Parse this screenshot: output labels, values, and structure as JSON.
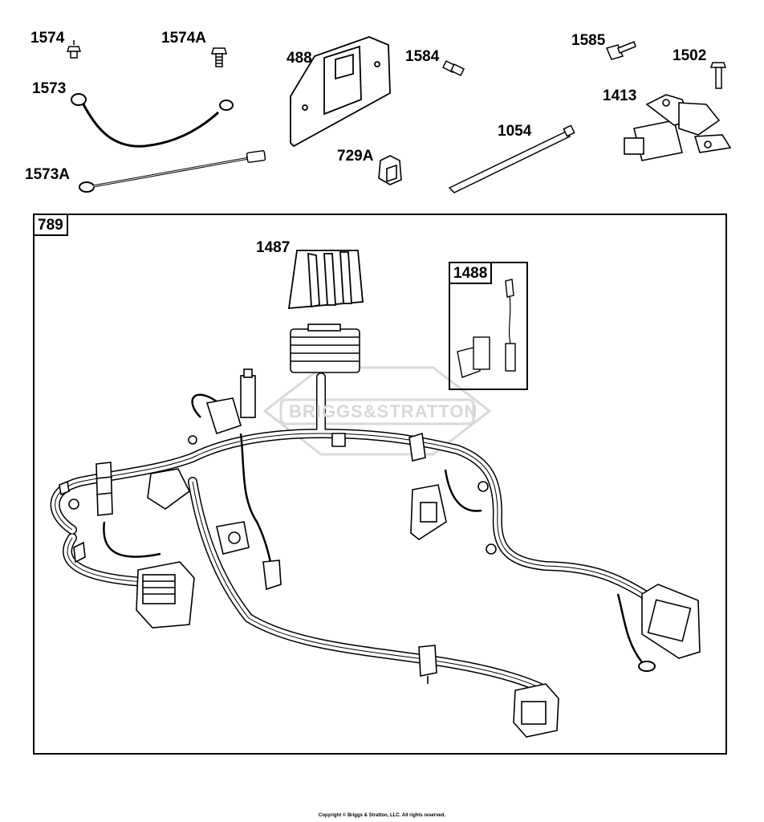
{
  "parts": {
    "p1574": "1574",
    "p1574A": "1574A",
    "p488": "488",
    "p1584": "1584",
    "p1585": "1585",
    "p1502": "1502",
    "p1573": "1573",
    "p1413": "1413",
    "p1054": "1054",
    "p729A": "729A",
    "p1573A": "1573A",
    "p789": "789",
    "p1487": "1487",
    "p1488": "1488"
  },
  "watermark": "BRIGGS&STRATTON",
  "copyright": "Copyright © Briggs & Stratton, LLC. All rights reserved."
}
